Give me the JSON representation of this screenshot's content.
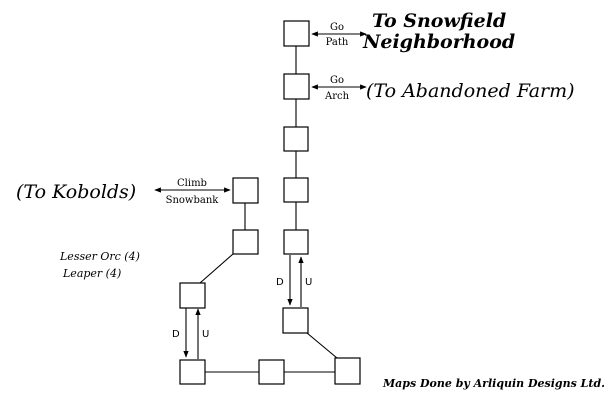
{
  "exits": {
    "top": {
      "verb": "Go",
      "object": "Path",
      "dest_line1": "To Snowfield",
      "dest_line2": "Neighborhood"
    },
    "farm": {
      "verb": "Go",
      "object": "Arch",
      "dest": "(To Abandoned Farm)"
    },
    "kobolds": {
      "verb": "Climb",
      "object": "Snowbank",
      "dest": "(To Kobolds)"
    }
  },
  "monsters": [
    "Lesser Orc (4)",
    "Leaper (4)"
  ],
  "updown": {
    "down": "D",
    "up": "U"
  },
  "credit": "Maps Done by Arliquin Designs Ltd.",
  "colors": {
    "line": "#000000",
    "background": "#ffffff"
  }
}
